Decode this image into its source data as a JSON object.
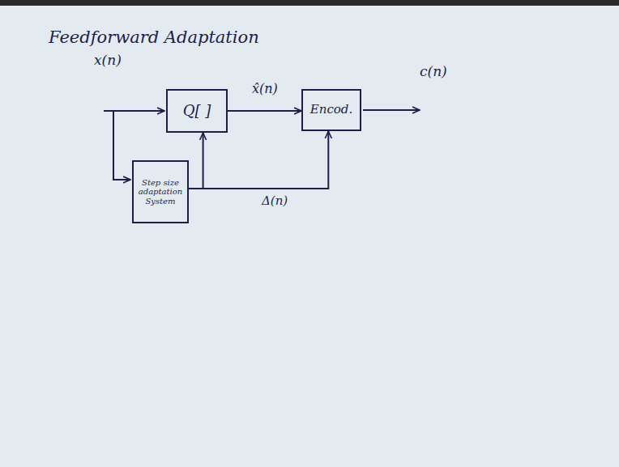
{
  "diagram": {
    "title": "Feedforward Adaptation",
    "nodes": [
      {
        "text": [
          "Q[ ]"
        ]
      },
      {
        "text": [
          "Encod."
        ]
      },
      {
        "text": [
          "Step size adaptation System"
        ]
      }
    ],
    "edges": [
      {
        "from": 0,
        "to": 1,
        "arrow": "to",
        "label": "x̂(n)"
      },
      {
        "from": 2,
        "to": 0,
        "arrow": "to"
      },
      {
        "from": 2,
        "to": 1,
        "arrow": "to",
        "label": "Δ(n)"
      }
    ],
    "labels": [
      "x(n)",
      "c(n)"
    ]
  }
}
